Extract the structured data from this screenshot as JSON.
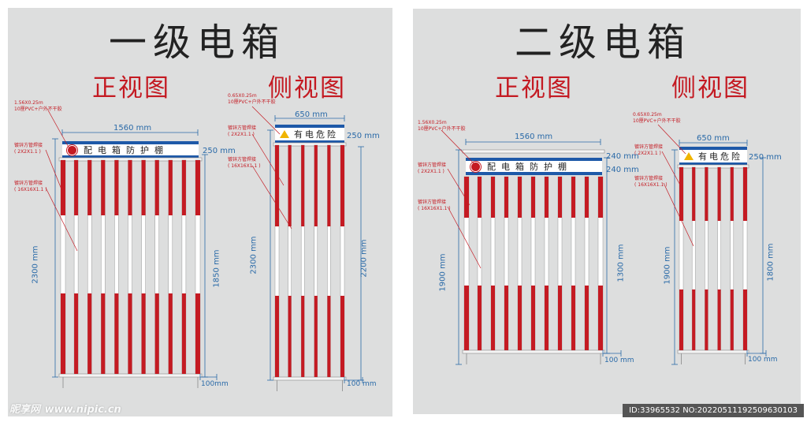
{
  "left": {
    "title": "一级电箱",
    "front_title": "正视图",
    "side_title": "侧视图",
    "front_note": [
      "1.56X0.25m",
      "10厘PVC+户外不干胶"
    ],
    "side_note": [
      "0.65X0.25m",
      "10厘PVC+户外不干胶"
    ],
    "front_pipe1": [
      "镀锌方管焊接",
      "( 2X2X1.1 )"
    ],
    "front_pipe2": [
      "镀锌方管焊接",
      "( 16X16X1.1 )"
    ],
    "side_pipe1": [
      "镀锌方管焊接",
      "( 2X2X1.1 )"
    ],
    "side_pipe2": [
      "镀锌方管焊接",
      "( 16X16X1.1 )"
    ],
    "front_sign_text": "配电箱防护棚",
    "side_sign_text": "有电危险",
    "front_width": "1560 mm",
    "side_width": "650 mm",
    "front_sign_height": "250 mm",
    "side_sign_height": "250 mm",
    "front_total_height": "2300 mm",
    "front_inner_height": "1850 mm",
    "side_total_height": "2300 mm",
    "side_inner_height": "2200 mm",
    "front_bottom": "100mm",
    "side_bottom": "100 mm"
  },
  "right": {
    "title": "二级电箱",
    "front_title": "正视图",
    "side_title": "侧视图",
    "front_note": [
      "1.56X0.25m",
      "10厘PVC+户外不干胶"
    ],
    "side_note": [
      "0.65X0.25m",
      "10厘PVC+户外不干胶"
    ],
    "front_pipe1": [
      "镀锌方管焊接",
      "( 2X2X1.1 )"
    ],
    "front_pipe2": [
      "镀锌方管焊接",
      "( 16X16X1.1 )"
    ],
    "side_pipe1": [
      "镀锌方管焊接",
      "( 2X2X1.1 )"
    ],
    "side_pipe2": [
      "镀锌方管焊接",
      "( 16X16X1.1 )"
    ],
    "front_sign_text": "配电箱防护棚",
    "side_sign_text": "有电危险",
    "front_width": "1560 mm",
    "side_width": "650 mm",
    "front_sign_top": "240 mm",
    "front_sign_bottom": "240 mm",
    "side_sign_height": "250 mm",
    "front_total_height": "1900 mm",
    "front_inner_height": "1300 mm",
    "side_total_height": "1900 mm",
    "side_inner_height": "1800 mm",
    "front_bottom": "100 mm",
    "side_bottom": "100 mm"
  },
  "watermark": {
    "brand": "昵享网",
    "url": "www.nipic.cn"
  },
  "image_id": "ID:33965532 NO:20220511192509630103",
  "colors": {
    "red": "#c41a22",
    "blue": "#1e59a8",
    "dim": "#2a6aa8",
    "panel": "#dddede"
  }
}
